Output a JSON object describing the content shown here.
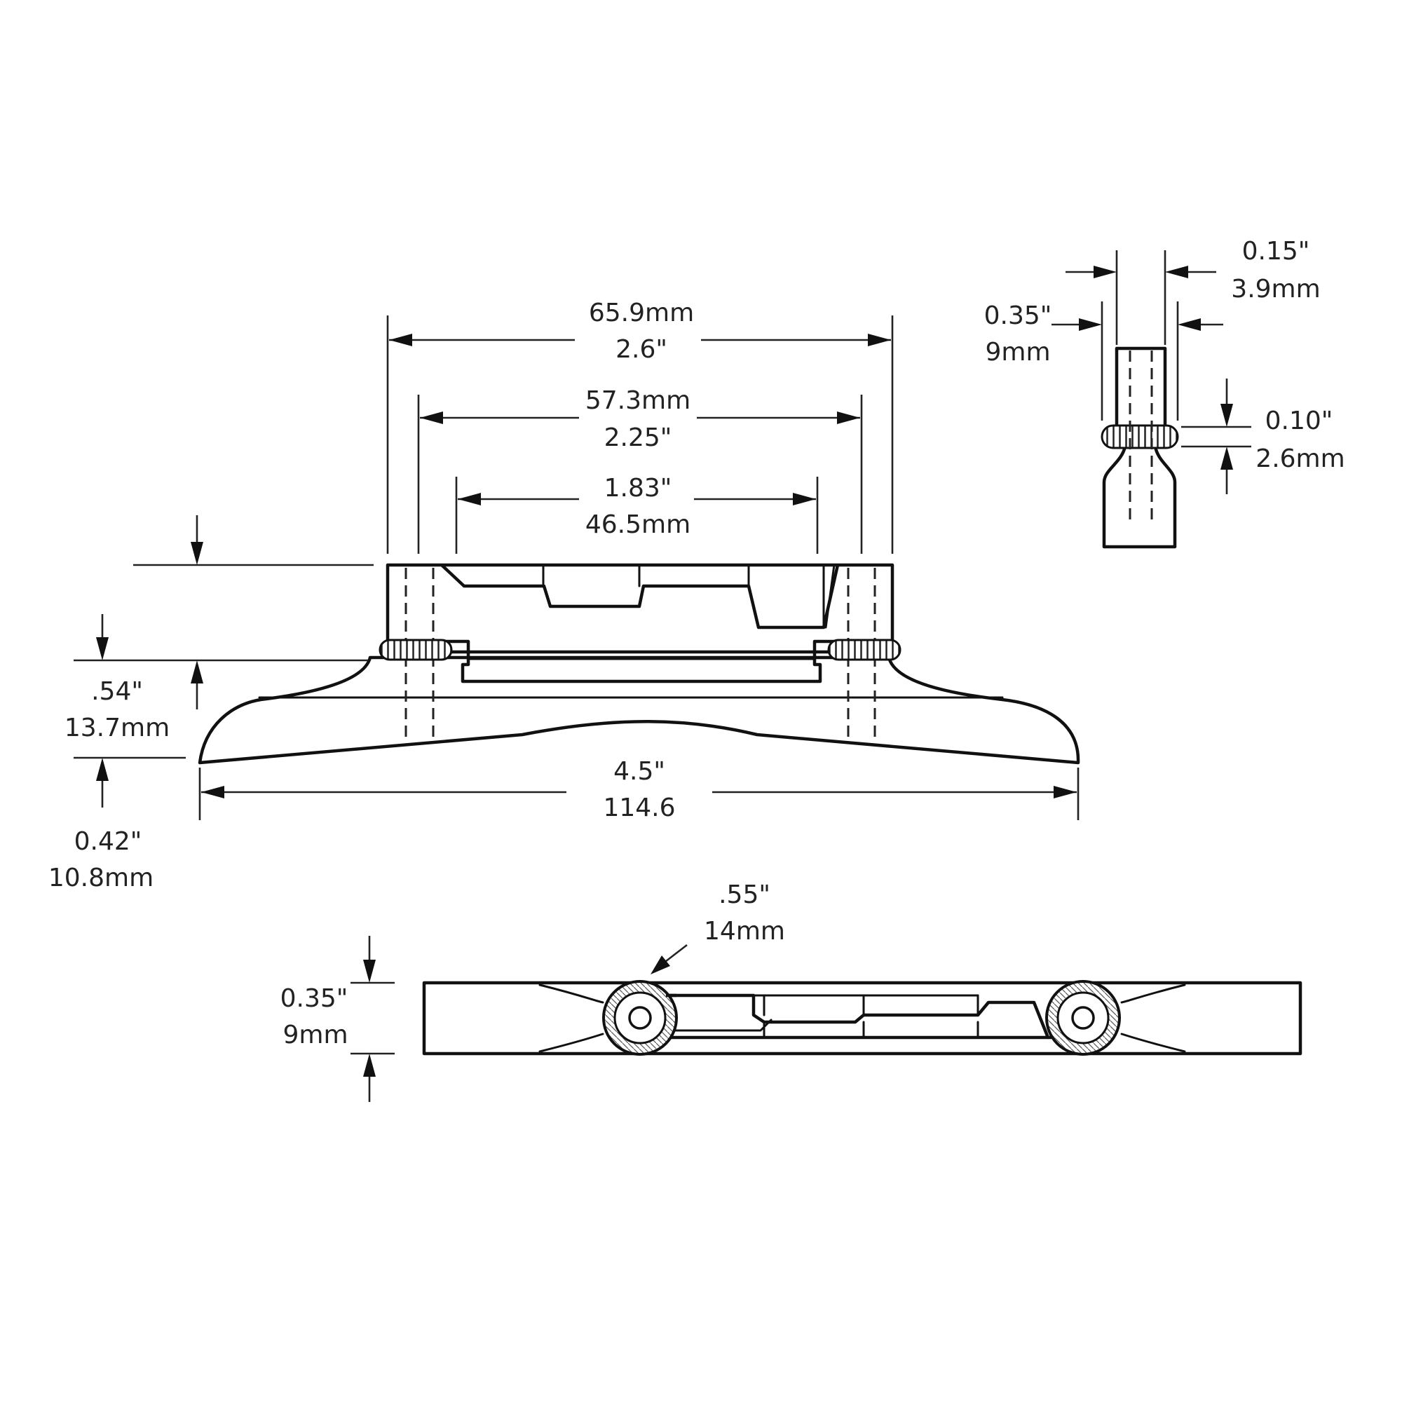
{
  "front_view": {
    "overall_width": {
      "inch": "2.6\"",
      "mm": "65.9mm"
    },
    "post_spacing": {
      "mm": "57.3mm",
      "inch": "2.25\""
    },
    "saddle_span": {
      "inch": "1.83\"",
      "mm": "46.5mm"
    },
    "total_height": {
      "inch": ".54\"",
      "mm": "13.7mm"
    },
    "base_height": {
      "inch": "0.42\"",
      "mm": "10.8mm"
    },
    "base_length": {
      "inch": "4.5\"",
      "value": "114.6"
    }
  },
  "side_view": {
    "post_width": {
      "inch": "0.15\"",
      "mm": "3.9mm"
    },
    "wheel_width": {
      "inch": "0.35\"",
      "mm": "9mm"
    },
    "wheel_thickness": {
      "inch": "0.10\"",
      "mm": "2.6mm"
    }
  },
  "top_view": {
    "wheel_diameter": {
      "inch": ".55\"",
      "mm": "14mm"
    },
    "depth": {
      "inch": "0.35\"",
      "mm": "9mm"
    }
  }
}
